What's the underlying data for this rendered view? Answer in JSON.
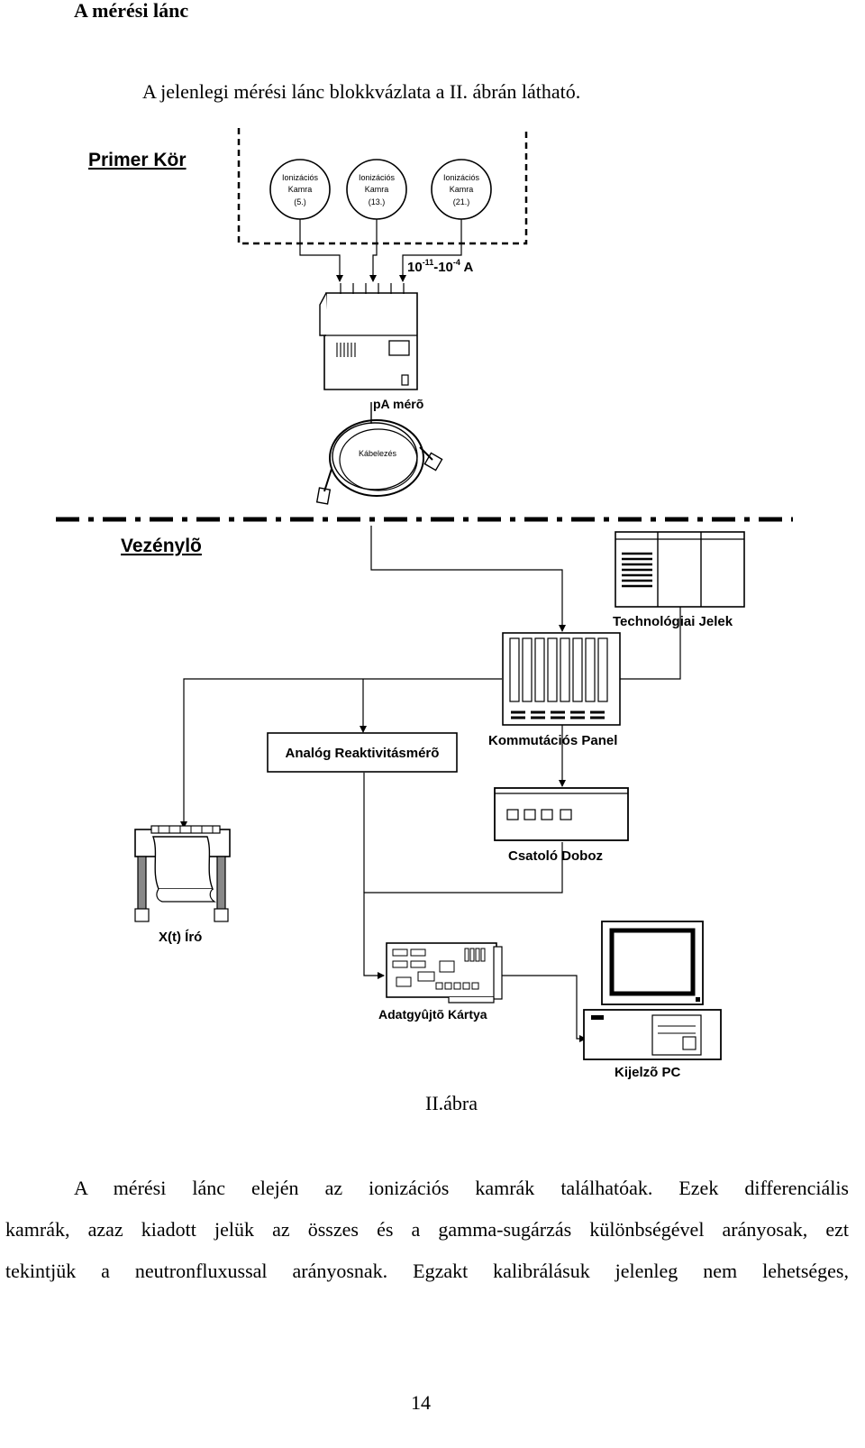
{
  "document": {
    "heading": "A mérési lánc",
    "intro": "A jelenlegi mérési lánc blokkvázlata a II. ábrán látható.",
    "figure_caption": "II.ábra",
    "paragraph_lines": [
      "A mérési lánc elején az ionizációs kamrák találhatóak. Ezek differenciális",
      "kamrák, azaz kiadott jelük az összes és a gamma-sugárzás különbségével arányosak, ezt",
      "tekintjük a neutronfluxussal arányosnak. Egzakt kalibrálásuk jelenleg nem lehetséges,"
    ],
    "page_number": "14"
  },
  "diagram": {
    "primer_label": "Primer Kör",
    "vezenylo_label": "Vezénylõ",
    "chambers": [
      {
        "line1": "Ionizációs",
        "line2": "Kamra",
        "line3": "(5.)"
      },
      {
        "line1": "Ionizációs",
        "line2": "Kamra",
        "line3": "(13.)"
      },
      {
        "line1": "Ionizációs",
        "line2": "Kamra",
        "line3": "(21.)"
      }
    ],
    "current_range": {
      "base1": "10",
      "exp1": "-11",
      "mid": "-10",
      "exp2": "-4",
      "unit": " A"
    },
    "pa_meter_label": "pA mérõ",
    "cabling_label": "Kábelezés",
    "tech_signals_label": "Technológiai Jelek",
    "switching_panel_label": "Kommutációs Panel",
    "analog_meter_label": "Analóg Reaktivitásmérõ",
    "coupler_box_label": "Csatoló Doboz",
    "recorder_label": "X(t) Író",
    "daq_card_label": "Adatgyûjtõ Kártya",
    "display_pc_label": "Kijelzõ PC"
  }
}
